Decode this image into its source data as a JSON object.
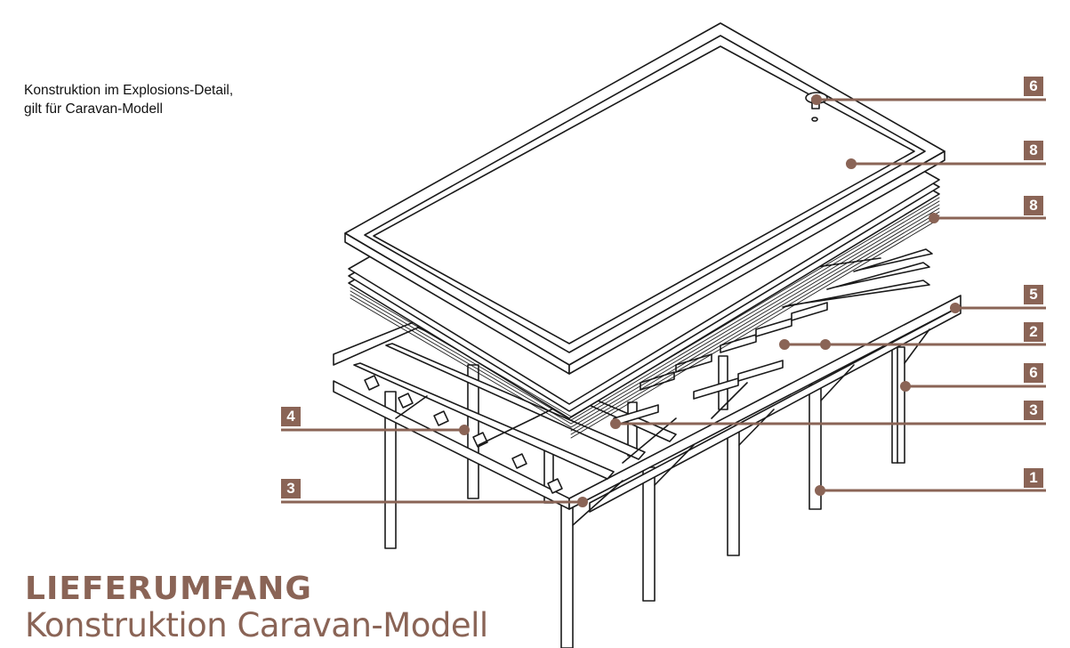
{
  "caption": {
    "line1": "Konstruktion im Explosions-Detail,",
    "line2": "gilt für Caravan-Modell"
  },
  "title": "LIEFERUMFANG",
  "subtitle": "Konstruktion Caravan-Modell",
  "colors": {
    "accent": "#8a6456",
    "line": "#1a1a1a"
  },
  "callouts": [
    {
      "id": "callout-6-top",
      "number": "6"
    },
    {
      "id": "callout-8-upper",
      "number": "8"
    },
    {
      "id": "callout-8-lower",
      "number": "8"
    },
    {
      "id": "callout-5",
      "number": "5"
    },
    {
      "id": "callout-2",
      "number": "2"
    },
    {
      "id": "callout-6-post",
      "number": "6"
    },
    {
      "id": "callout-3-right",
      "number": "3"
    },
    {
      "id": "callout-1",
      "number": "1"
    },
    {
      "id": "callout-4",
      "number": "4"
    },
    {
      "id": "callout-3-left",
      "number": "3"
    }
  ]
}
